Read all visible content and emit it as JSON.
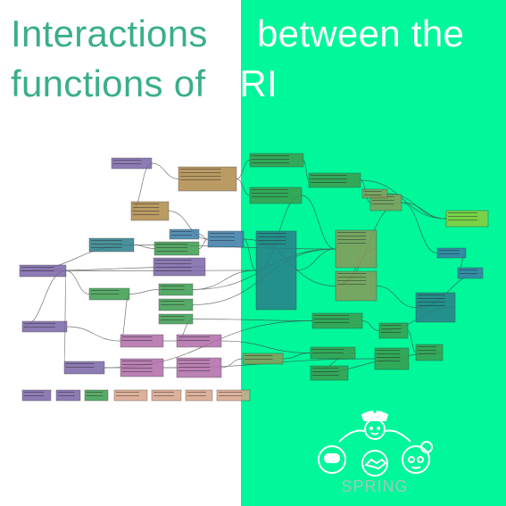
{
  "title": {
    "line1_white": "Interactions",
    "line1_green": "between the",
    "line2_white": "functions of",
    "line2_green": "ARI"
  },
  "logo": {
    "label": "SPRING",
    "icons": [
      "nurse-face",
      "robot-face",
      "handshake",
      "elderly-face"
    ]
  },
  "colors": {
    "green_panel": "#00f79a",
    "title_green": "#3aaf86",
    "title_white": "#ffffff",
    "node_purple": "#7a64a8",
    "node_tan": "#b08a4a",
    "node_green": "#3a9c4e",
    "node_teal": "#2a7f8a",
    "node_blue": "#3a7ca8",
    "node_pink": "#b06aa8",
    "node_peach": "#d9a48a",
    "node_lime": "#8ecb3a",
    "node_khaki": "#8a9a5a"
  }
}
